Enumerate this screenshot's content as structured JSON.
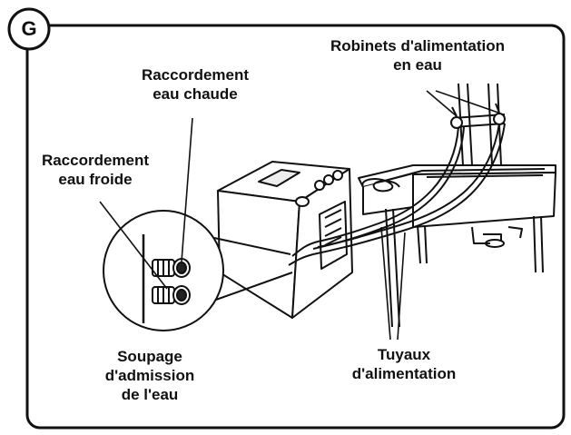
{
  "figure": {
    "badge": "G",
    "labels": {
      "supply_valves": [
        "Robinets d'alimentation",
        "en eau"
      ],
      "hot_connection": [
        "Raccordement",
        "eau chaude"
      ],
      "cold_connection": [
        "Raccordement",
        "eau froide"
      ],
      "inlet_valve": [
        "Soupage",
        "d'admission",
        "de l'eau"
      ],
      "supply_hoses": [
        "Tuyaux",
        "d'alimentation"
      ]
    }
  }
}
